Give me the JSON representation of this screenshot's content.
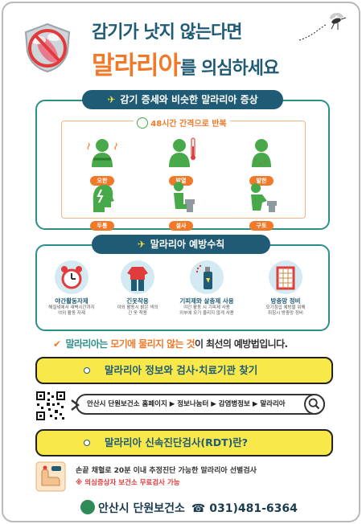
{
  "header": {
    "line1": "감기가 낫지 않는다면",
    "line2_big": "말라리아",
    "line2_rest": "를 의심하세요"
  },
  "symptoms": {
    "title": "감기 증세와 비슷한 말라리아 증상",
    "cycle_label": "48시간 간격으로 반복",
    "items": [
      {
        "label": "오한",
        "icon": "chills-icon"
      },
      {
        "label": "발열",
        "icon": "fever-icon"
      },
      {
        "label": "발한",
        "icon": "sweating-icon"
      },
      {
        "label": "두통",
        "icon": "headache-icon"
      },
      {
        "label": "설사",
        "icon": "diarrhea-icon"
      },
      {
        "label": "구토",
        "icon": "vomiting-icon"
      }
    ]
  },
  "prevention": {
    "title": "말라리아 예방수칙",
    "items": [
      {
        "title": "야간활동자제",
        "desc1": "해질녘에서 새벽시간까지",
        "desc2": "야외 활동 자제",
        "icon": "alarm-clock-icon"
      },
      {
        "title": "긴옷착용",
        "desc1": "야외 활동시 밝은 색의",
        "desc2": "긴 옷 착용",
        "icon": "long-clothes-icon"
      },
      {
        "title": "기피제와 살충제 사용",
        "desc1": "야간 활동 시 기피제 사용",
        "desc2": "외부에 모기 물리지 않게 사용",
        "icon": "repellent-spray-icon"
      },
      {
        "title": "방충망 정비",
        "desc1": "모기침입 예방을 위해",
        "desc2": "취침시 방충망 정비",
        "icon": "window-screen-icon"
      }
    ]
  },
  "key_message": {
    "part1": "말라리아는 ",
    "part2": "모기에 물리지 않는 것",
    "part3": "이 최선의 예방법입니다."
  },
  "info_bar": {
    "label": "말라리아 정보와 검사·치료기관 찾기"
  },
  "search_path": {
    "text": "안산시 단원보건소 홈페이지 ▶ 정보나눔터 ▶ 감염병정보 ▶ 말라리아"
  },
  "rdt_bar": {
    "label": "말라리아 신속진단검사(RDT)란?"
  },
  "rdt": {
    "line1": "손끝 채혈로 20분 이내 추정진단 가능한 말라리아 선별검사",
    "line2": "※ 의심증상자 보건소 무료검사 가능"
  },
  "footer": {
    "org": "안산시 단원보건소",
    "phone": "☎ 031)481-6364"
  },
  "colors": {
    "navy": "#1f5b74",
    "orange": "#f07a2a",
    "teal": "#2b8f8b",
    "yellow": "#f8e84a",
    "red": "#e23b3b"
  }
}
